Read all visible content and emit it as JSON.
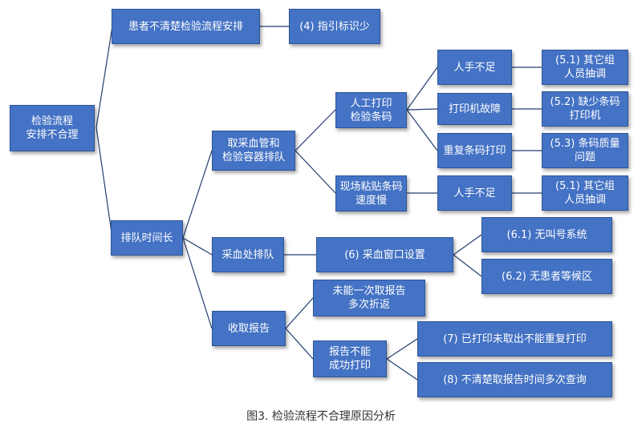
{
  "colors": {
    "node_fill": "#4472C4",
    "node_border": "#2F5597",
    "connector": "#243F70"
  },
  "nodes": {
    "root": "检验流程\n安排不合理",
    "unclear_process": "患者不清楚检验流程安排",
    "guide_signs": "(4) 指引标识少",
    "long_queue": "排队时间长",
    "tube_prep": "取采血管和\n检验容器排队",
    "manual_print": "人工打印\n检验条码",
    "short_staff_1": "人手不足",
    "other_staff_1": "(5.1) 其它组\n人员抽调",
    "printer_fault": "打印机故障",
    "no_barcode_printer": "(5.2) 缺少条码\n打印机",
    "reprint": "重复条码打印",
    "barcode_quality": "(5.3) 条码质量\n问题",
    "slow_labeling": "现场粘贴条码\n速度慢",
    "short_staff_2": "人手不足",
    "other_staff_2": "(5.1) 其它组\n人员抽调",
    "collection_queue": "采血处排队",
    "window_setup": "(6) 采血窗口设置",
    "no_call_system": "(6.1) 无叫号系统",
    "no_waiting_area": "(6.2) 无患者等候区",
    "collect_report": "收取报告",
    "multiple_trips": "未能一次取报告\n多次折返",
    "report_fail": "报告不能\n成功打印",
    "no_reprint": "(7) 已打印未取出不能重复打印",
    "unclear_time": "(8) 不清楚取报告时间多次查询"
  },
  "caption": "图3. 检验流程不合理原因分析"
}
